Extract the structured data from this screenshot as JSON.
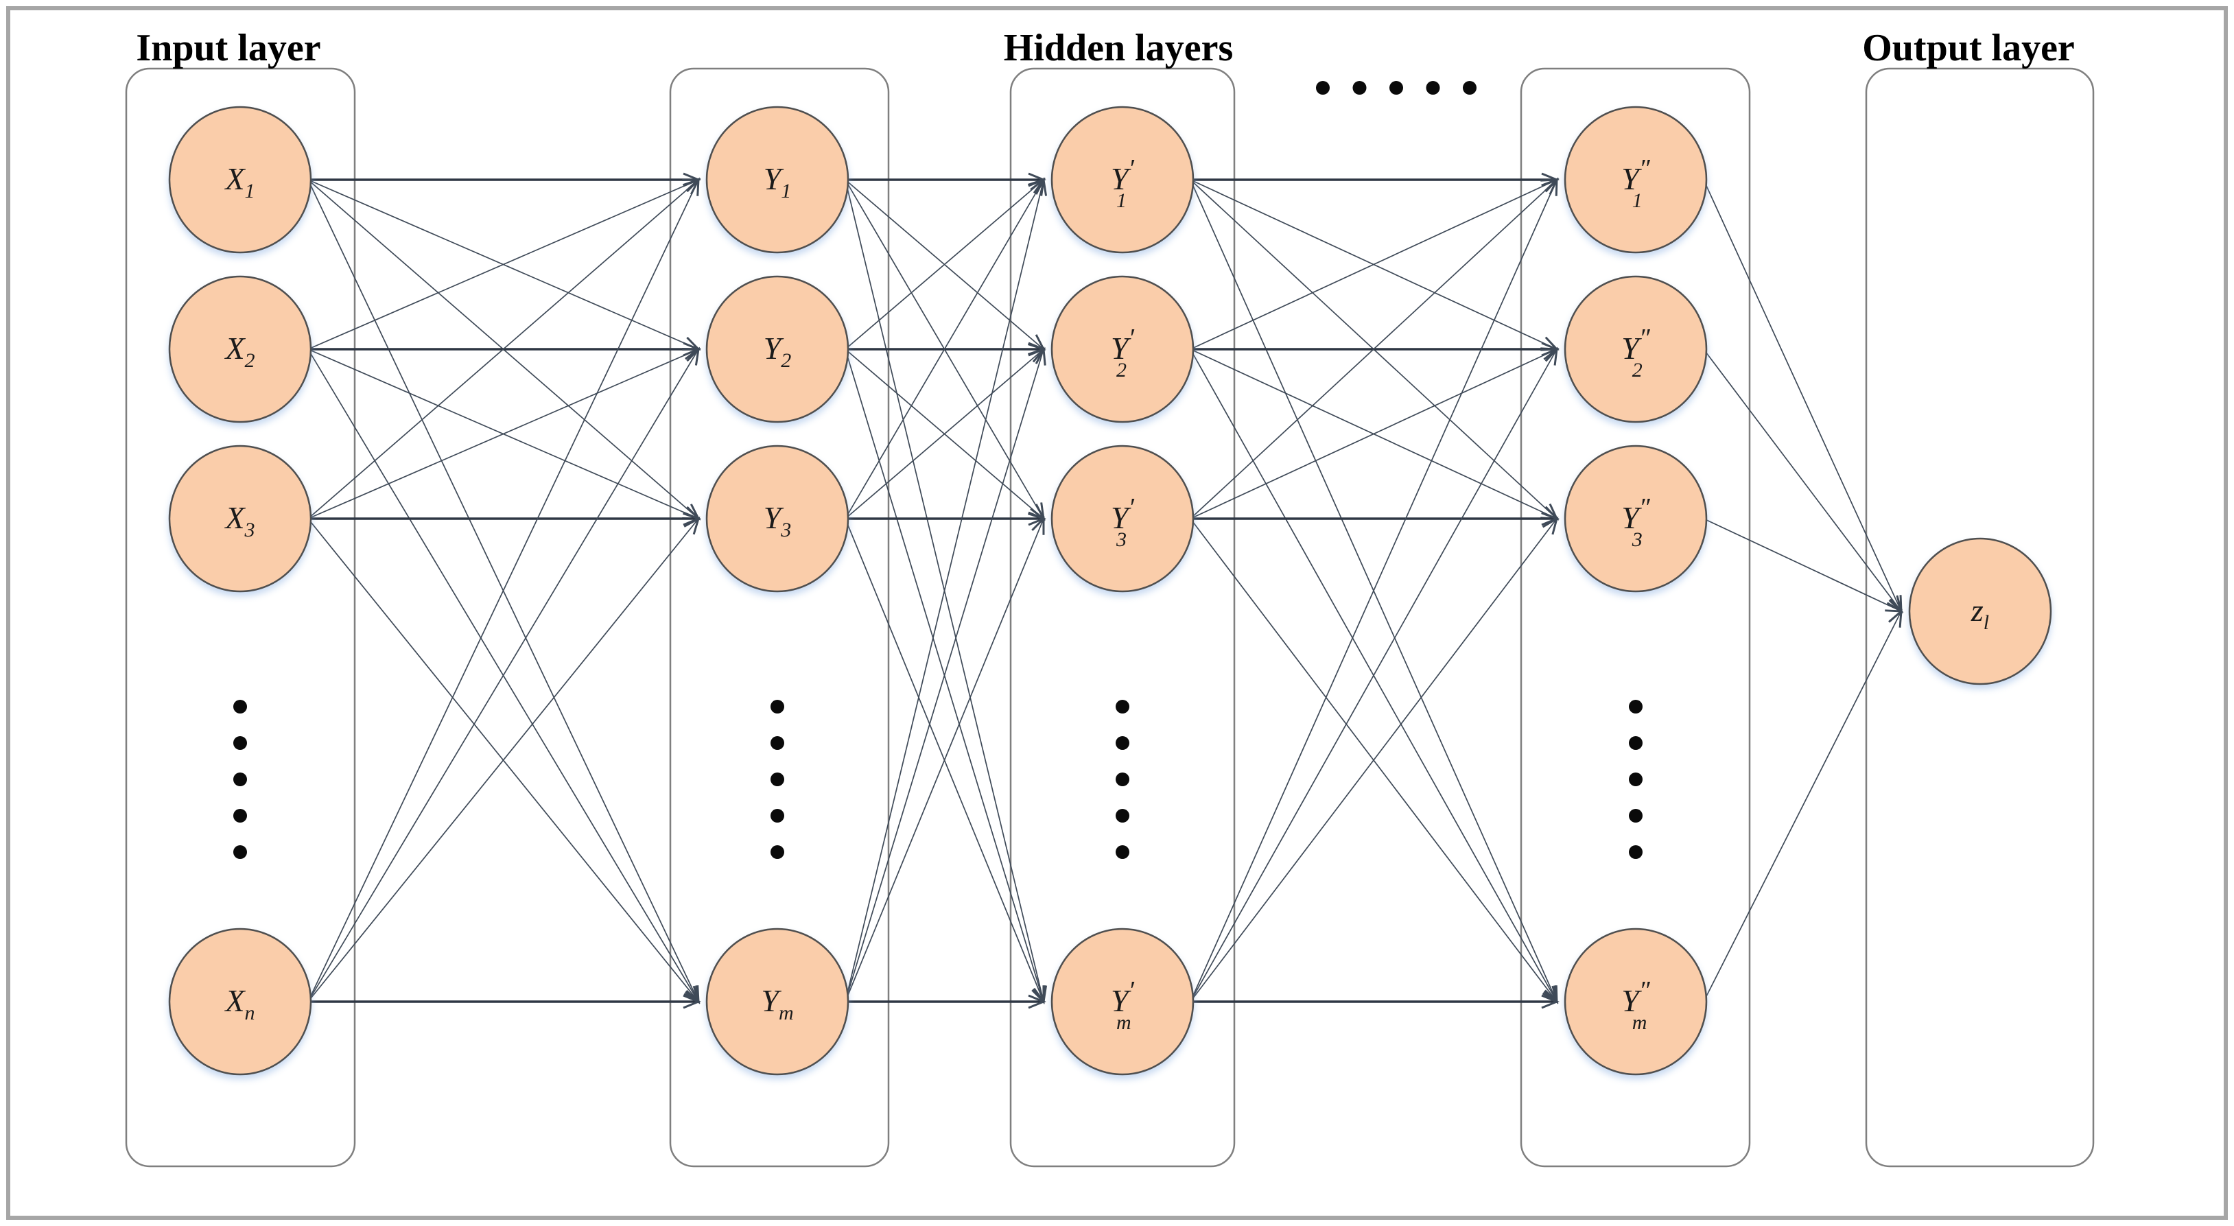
{
  "figure": {
    "titles": {
      "input": "Input layer",
      "hidden": "Hidden layers",
      "output": "Output layer"
    },
    "layers": [
      {
        "id": "input",
        "box": "input",
        "nodes": [
          {
            "id": "x1",
            "base": "X",
            "prime": "",
            "sub": "1"
          },
          {
            "id": "x2",
            "base": "X",
            "prime": "",
            "sub": "2"
          },
          {
            "id": "x3",
            "base": "X",
            "prime": "",
            "sub": "3"
          },
          {
            "id": "xn",
            "base": "X",
            "prime": "",
            "sub": "n"
          }
        ],
        "vertical_dots": true
      },
      {
        "id": "hidden1",
        "box": "hidden1",
        "nodes": [
          {
            "id": "y1",
            "base": "Y",
            "prime": "",
            "sub": "1"
          },
          {
            "id": "y2",
            "base": "Y",
            "prime": "",
            "sub": "2"
          },
          {
            "id": "y3",
            "base": "Y",
            "prime": "",
            "sub": "3"
          },
          {
            "id": "ym",
            "base": "Y",
            "prime": "",
            "sub": "m"
          }
        ],
        "vertical_dots": true
      },
      {
        "id": "hidden2",
        "box": "hidden2",
        "nodes": [
          {
            "id": "yp1",
            "base": "Y",
            "prime": "′",
            "sub": "1"
          },
          {
            "id": "yp2",
            "base": "Y",
            "prime": "′",
            "sub": "2"
          },
          {
            "id": "yp3",
            "base": "Y",
            "prime": "′",
            "sub": "3"
          },
          {
            "id": "ypm",
            "base": "Y",
            "prime": "′",
            "sub": "m"
          }
        ],
        "vertical_dots": true
      },
      {
        "id": "hidden3",
        "box": "hidden3",
        "nodes": [
          {
            "id": "ypp1",
            "base": "Y",
            "prime": "″",
            "sub": "1"
          },
          {
            "id": "ypp2",
            "base": "Y",
            "prime": "″",
            "sub": "2"
          },
          {
            "id": "ypp3",
            "base": "Y",
            "prime": "″",
            "sub": "3"
          },
          {
            "id": "yppm",
            "base": "Y",
            "prime": "″",
            "sub": "m"
          }
        ],
        "vertical_dots": true
      },
      {
        "id": "output",
        "box": "output",
        "nodes": [
          {
            "id": "zl",
            "base": "z",
            "prime": "",
            "sub": "l"
          }
        ],
        "vertical_dots": false
      }
    ],
    "ellipsis": {
      "horizontal_dots_count": 5,
      "vertical_dots_count": 5,
      "dot_glyph": "•"
    },
    "colors": {
      "node_fill": "#facdaa",
      "node_stroke": "#4f4f4f",
      "box_stroke": "#7f7f7f",
      "box_fill": "#ffffff",
      "edge": "#3f4a58",
      "edge_emphasis": "#2e3744",
      "dot": "#0a0a0a",
      "outer_border": "#a6a6a6",
      "title_text": "#000000",
      "background": "#ffffff"
    }
  }
}
